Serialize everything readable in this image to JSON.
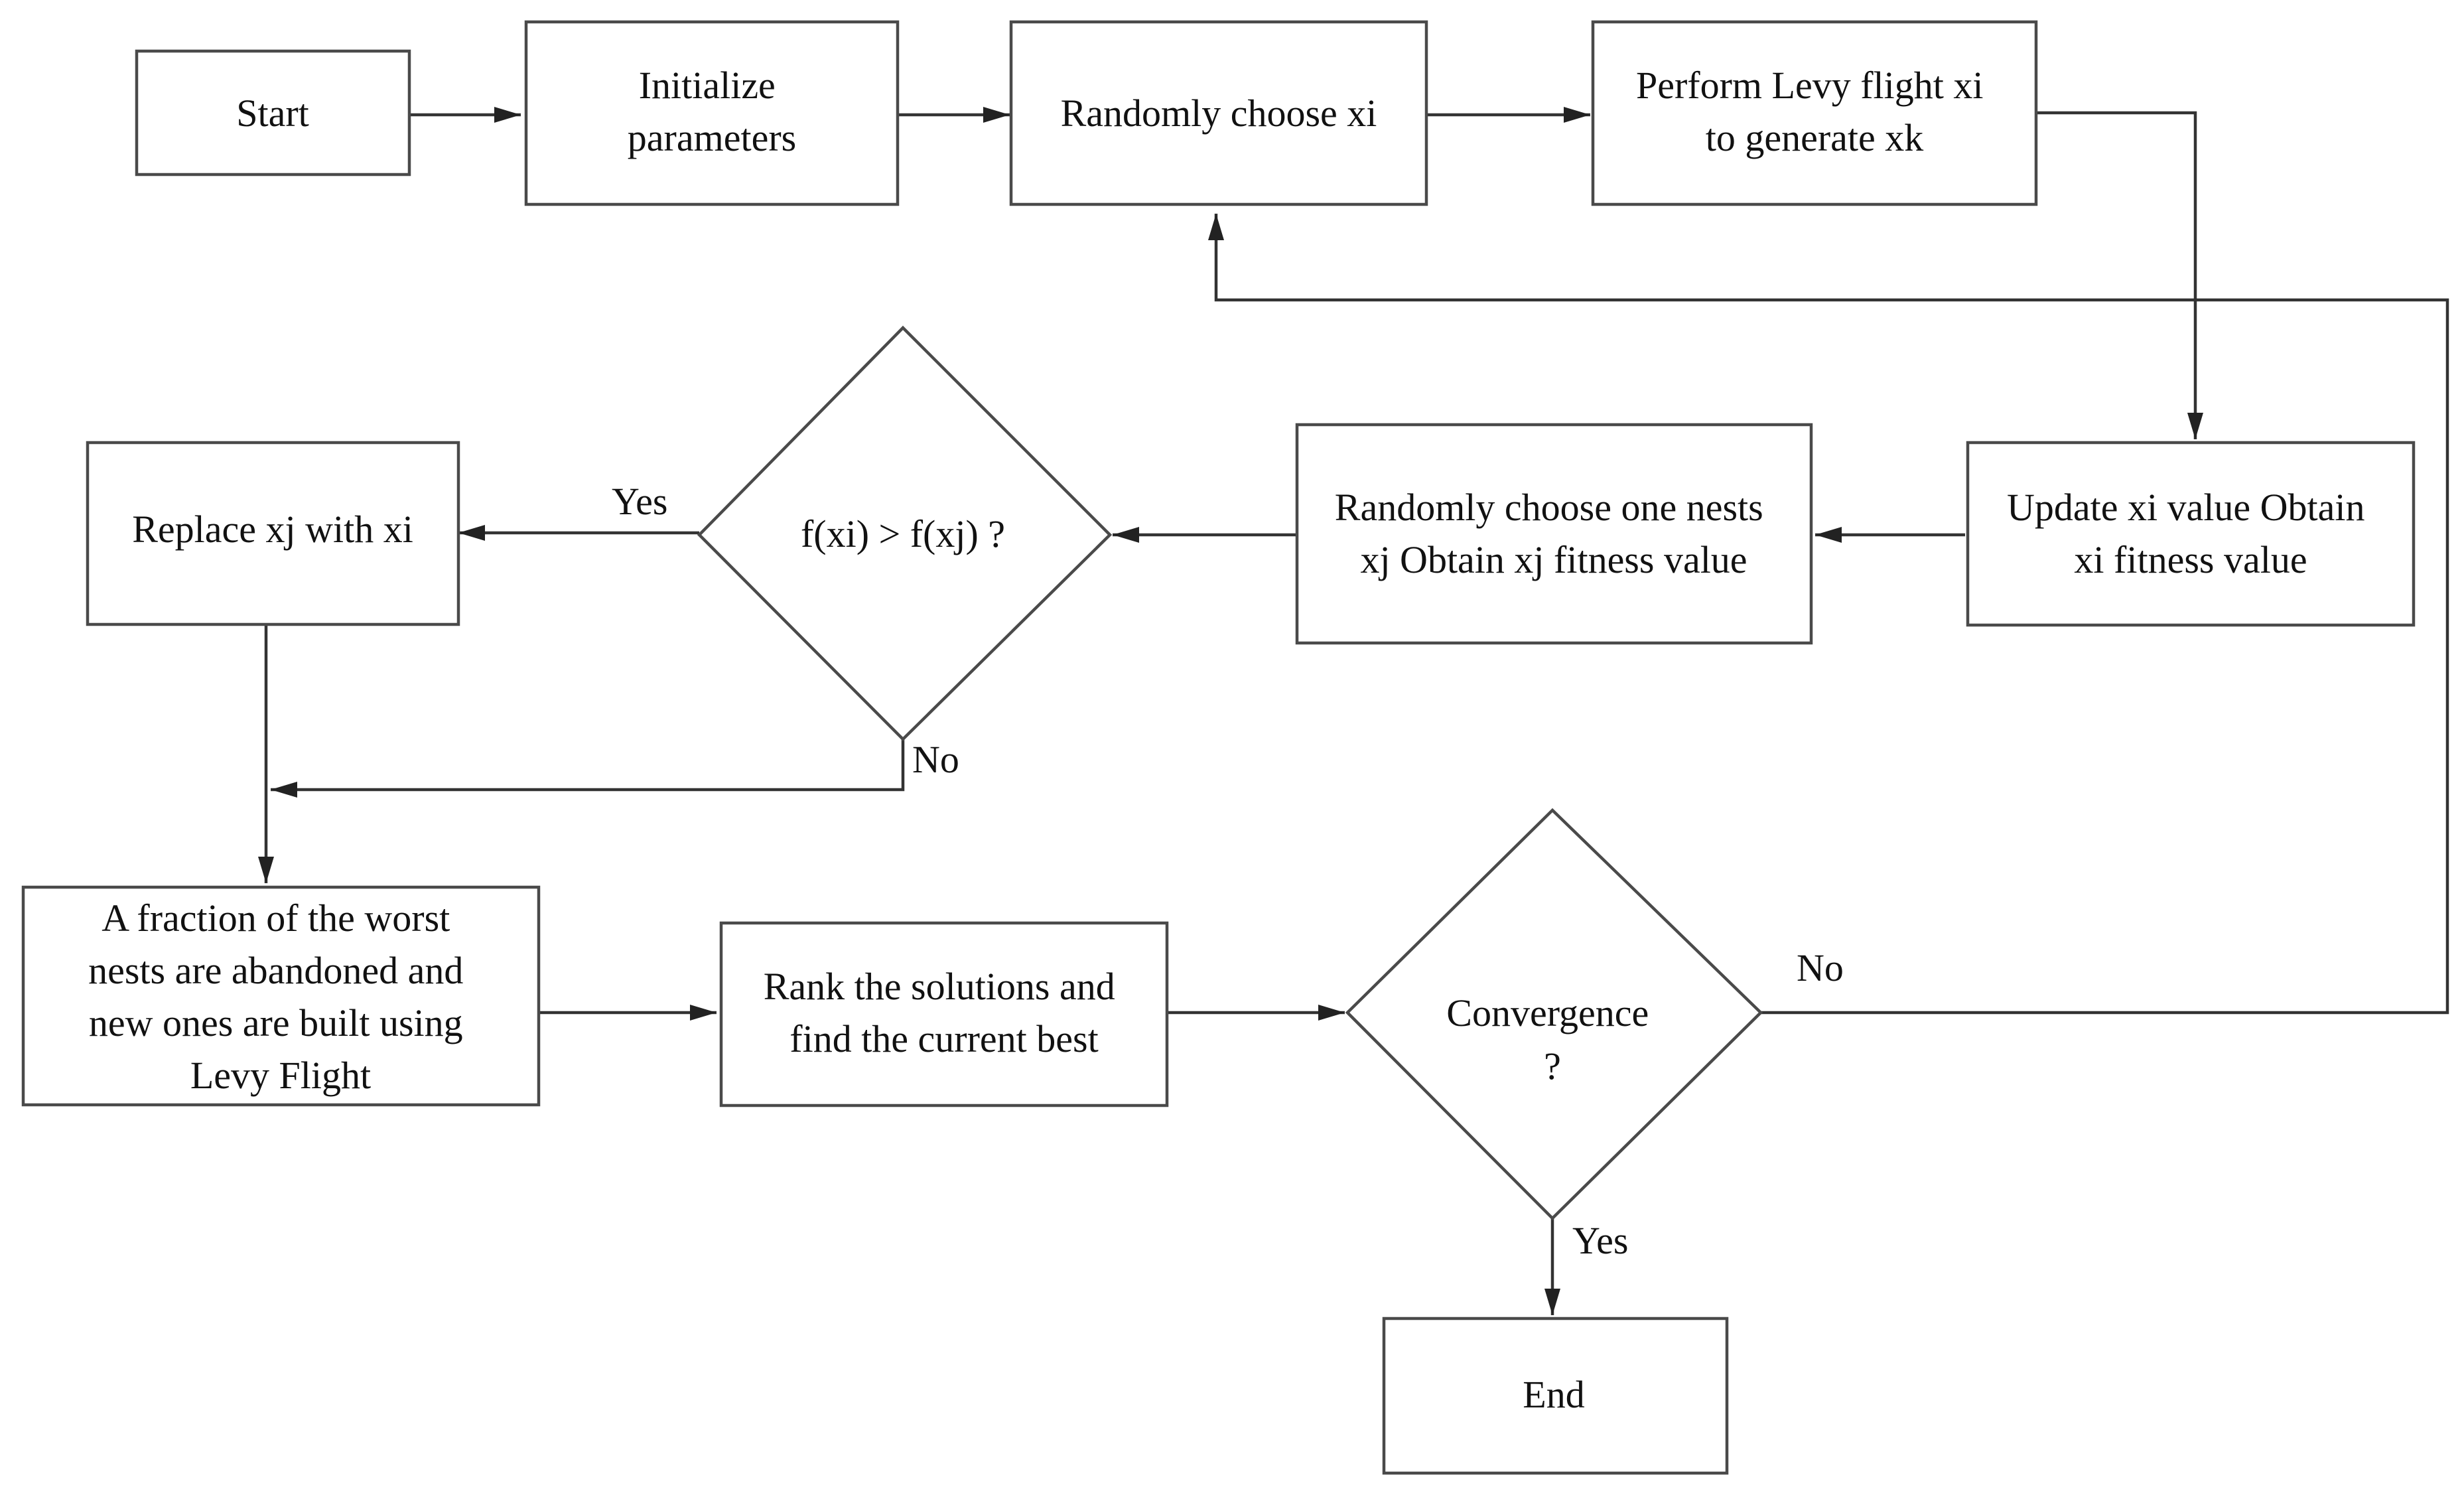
{
  "flowchart": {
    "nodes": {
      "start": {
        "lines": [
          "Start"
        ]
      },
      "init": {
        "lines": [
          "Initialize",
          "parameters"
        ]
      },
      "choose": {
        "lines": [
          "Randomly choose xi"
        ]
      },
      "levy": {
        "lines": [
          "Perform Levy flight xi",
          "to generate xk"
        ]
      },
      "update": {
        "lines": [
          "Update xi value Obtain",
          "xi fitness value"
        ]
      },
      "nests": {
        "lines": [
          "Randomly choose one nests",
          "xj Obtain xj fitness value"
        ]
      },
      "compare": {
        "lines": [
          "f(xi) > f(xj) ?"
        ]
      },
      "replace": {
        "lines": [
          "Replace xj with xi"
        ]
      },
      "abandon": {
        "lines": [
          "A fraction of the worst",
          "nests are abandoned and",
          "new ones are built using",
          "Levy Flight"
        ]
      },
      "rank": {
        "lines": [
          "Rank the solutions and",
          "find the current best"
        ]
      },
      "converge": {
        "lines": [
          "Convergence",
          "?"
        ]
      },
      "end": {
        "lines": [
          "End"
        ]
      }
    },
    "edge_labels": {
      "compare_yes": "Yes",
      "compare_no": "No",
      "converge_no": "No",
      "converge_yes": "Yes"
    }
  }
}
